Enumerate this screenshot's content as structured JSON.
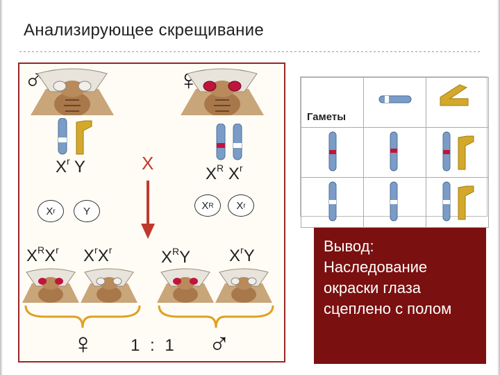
{
  "title": "Анализирующее скрещивание",
  "parents": {
    "male_symbol": "♂",
    "female_symbol": "♀",
    "male_genotype": {
      "base1": "X",
      "sup1": "r",
      "base2": "Y"
    },
    "cross_sign": "X",
    "female_genotype": {
      "base1": "X",
      "sup1": "R",
      "base2": "X",
      "sup2": "r"
    }
  },
  "gametes": {
    "male": [
      {
        "base": "X",
        "sup": "r"
      },
      {
        "base": "Y",
        "sup": ""
      }
    ],
    "female": [
      {
        "base": "X",
        "sup": "R"
      },
      {
        "base": "X",
        "sup": "r"
      }
    ]
  },
  "offspring": [
    {
      "base1": "X",
      "sup1": "R",
      "base2": "X",
      "sup2": "r"
    },
    {
      "base1": "X",
      "sup1": "r",
      "base2": "X",
      "sup2": "r"
    },
    {
      "base1": "X",
      "sup1": "R",
      "base2": "Y",
      "sup2": ""
    },
    {
      "base1": "X",
      "sup1": "r",
      "base2": "Y",
      "sup2": ""
    }
  ],
  "offspring_symbols": {
    "female": "♀",
    "male": "♂"
  },
  "ratio": "1 : 1",
  "gamete_table": {
    "header": "Гаметы"
  },
  "conclusion": {
    "lines": [
      "Вывод:",
      "Наследование",
      "окраски глаза",
      "сцеплено с полом"
    ]
  },
  "colors": {
    "panel_border": "#9a2424",
    "conclusion_bg": "#7a1010",
    "arrow": "#c0392b",
    "chrom_x": "#7a9cc6",
    "chrom_y": "#d4a82a",
    "allele_R": "#c0143c"
  }
}
